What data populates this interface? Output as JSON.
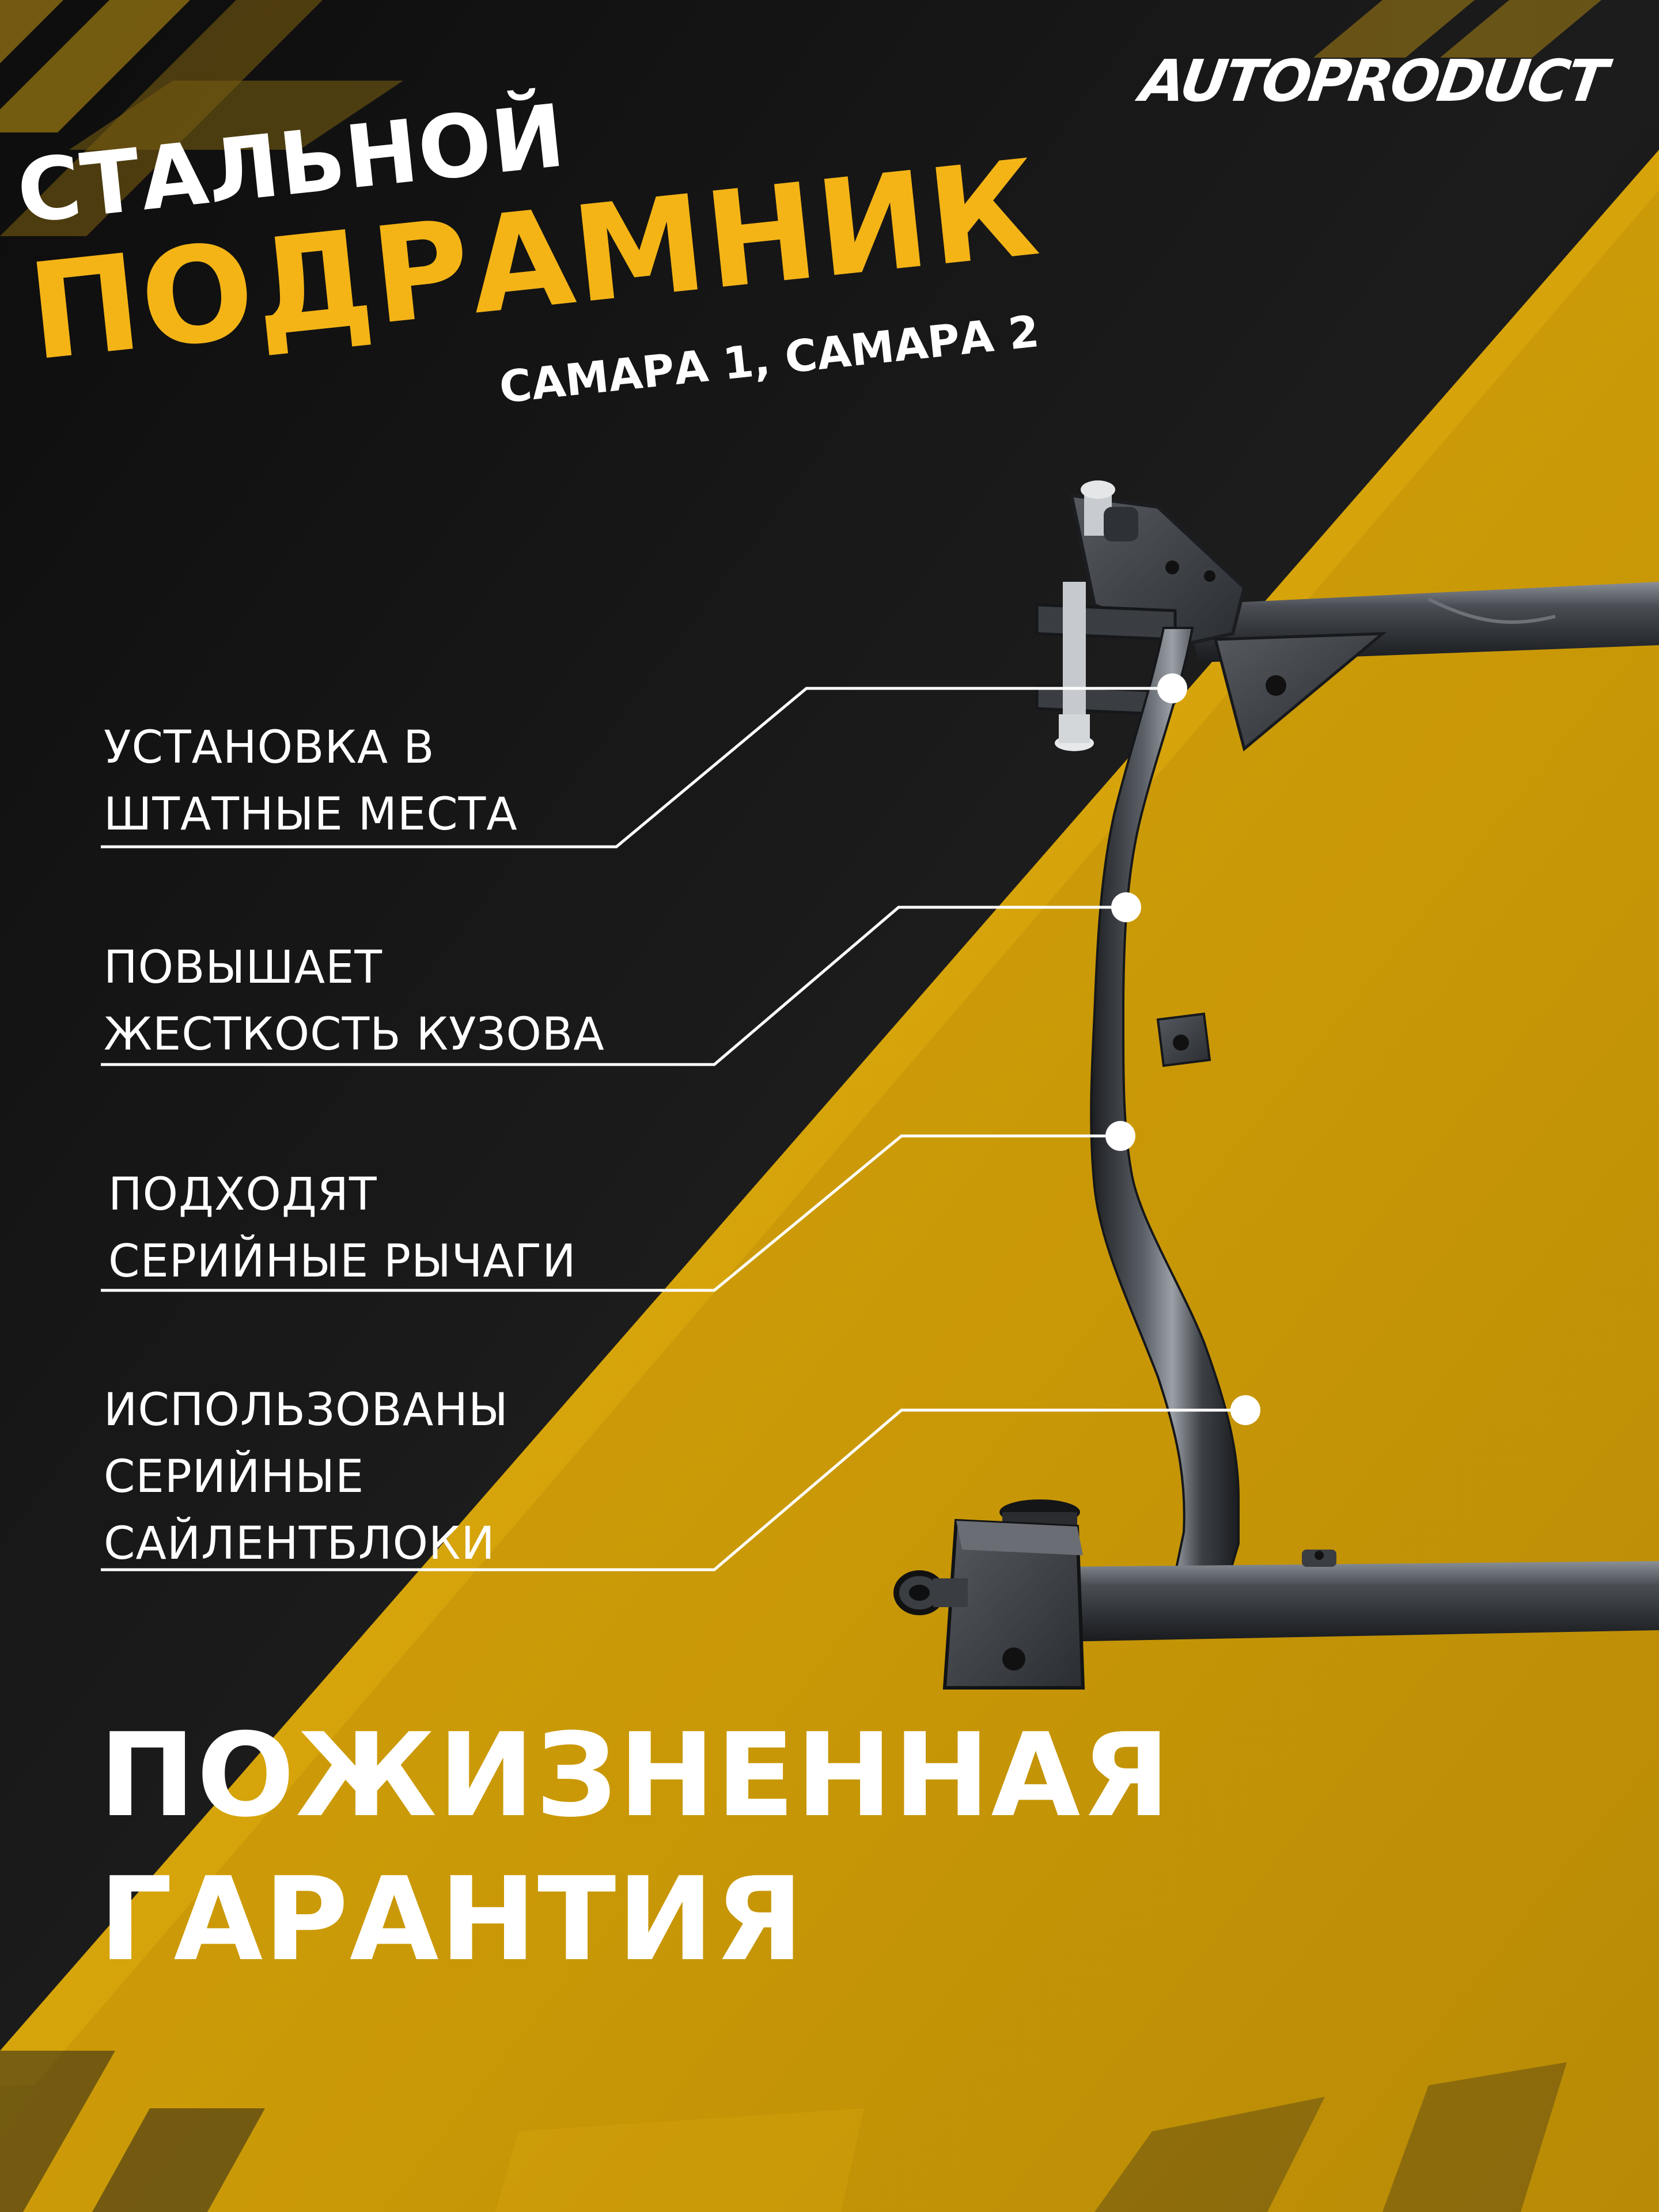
{
  "brand": "AUTOPRODUCT",
  "title": {
    "line1": "СТАЛЬНОЙ",
    "line2": "ПОДРАМНИК",
    "models": "САМАРА 1, САМАРА 2"
  },
  "features": [
    {
      "line1": "УСТАНОВКА В",
      "line2": "ШТАТНЫЕ МЕСТА"
    },
    {
      "line1": "ПОВЫШАЕТ",
      "line2": "ЖЕСТКОСТЬ КУЗОВА"
    },
    {
      "line1": "ПОДХОДЯТ",
      "line2": "СЕРИЙНЫЕ РЫЧАГИ"
    },
    {
      "line1": "ИСПОЛЬЗОВАНЫ",
      "line2": "СЕРИЙНЫЕ",
      "line3": "САЙЛЕНТБЛОКИ"
    }
  ],
  "warranty": {
    "line1": "ПОЖИЗНЕННАЯ",
    "line2": "ГАРАНТИЯ"
  },
  "colors": {
    "dark": "#141414",
    "yellow": "#cc9b08",
    "accent_yellow": "#f4b416",
    "text": "#ffffff",
    "metal": "#3a3d42"
  },
  "icons": [
    "hazard-stripes",
    "callout-dot"
  ]
}
